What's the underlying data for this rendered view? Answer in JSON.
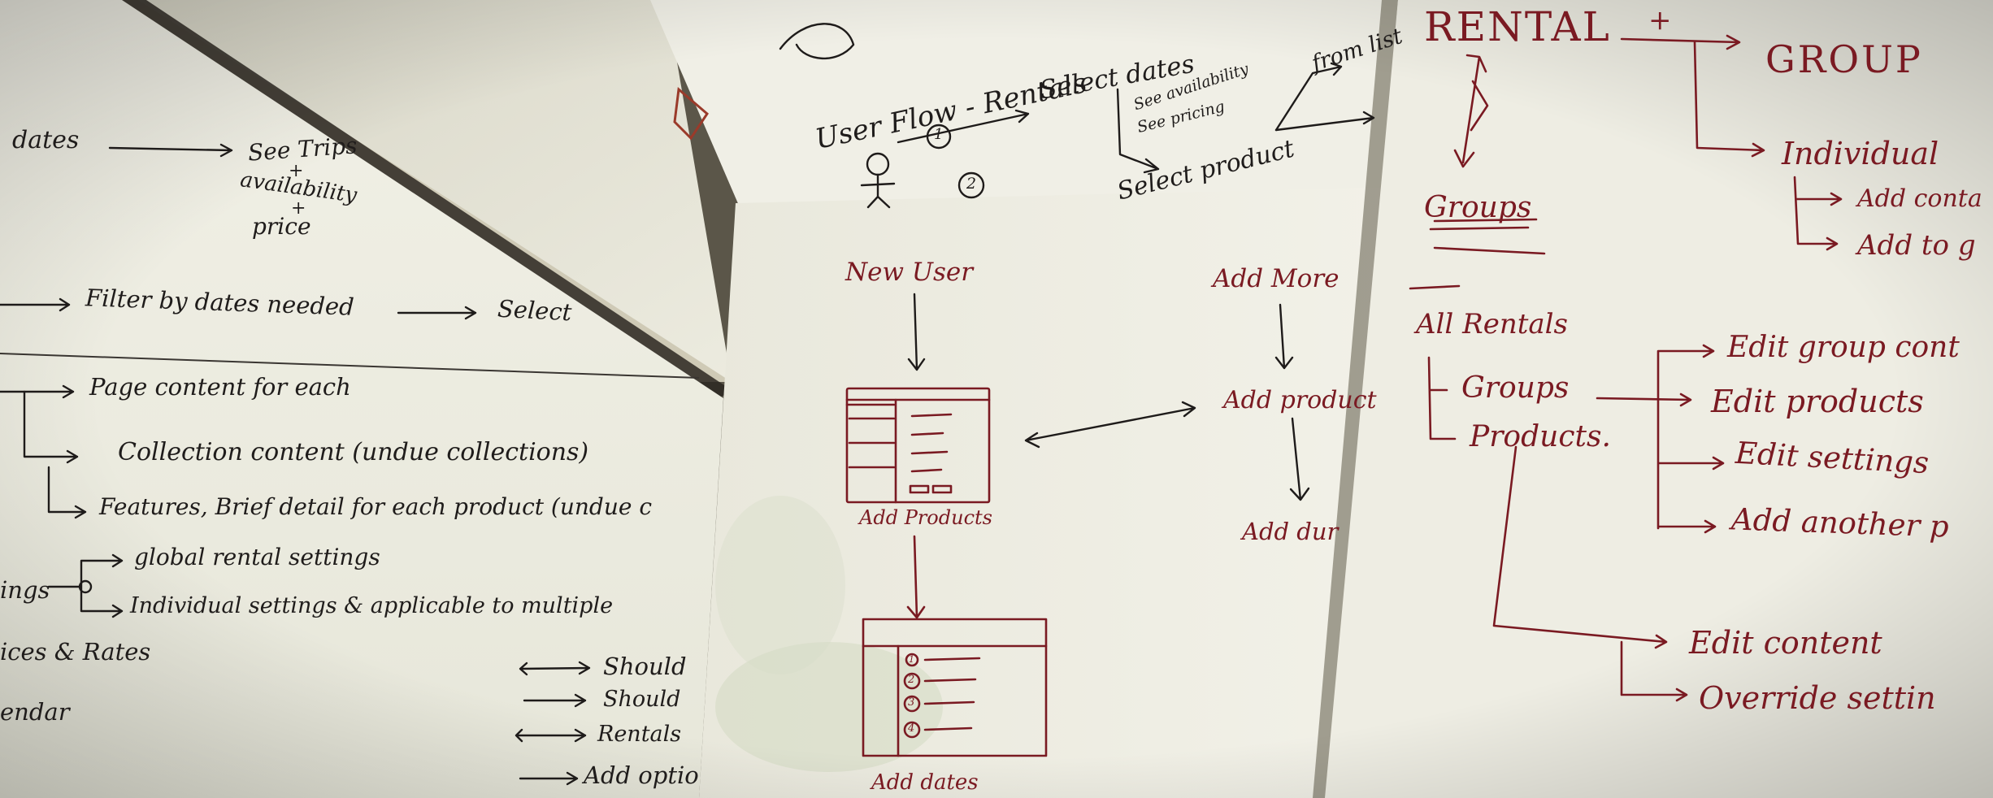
{
  "left_sheet": {
    "dates": "dates",
    "see_trips": "See Trips",
    "plus1": "+",
    "availability": "availability",
    "plus2": "+",
    "price": "price",
    "filter": "Filter by dates needed",
    "select": "Select",
    "page_content": "Page content for each",
    "collection_content": "Collection content (undue collections)",
    "features": "Features, Brief detail for each product (undue c",
    "global_settings": "global rental settings",
    "ings": "ings",
    "individual_settings": "Individual settings & applicable to multiple",
    "prices_rates": "ices & Rates",
    "calendar": "endar",
    "should1": "Should",
    "should2": "Should",
    "rentals": "Rentals",
    "add_options": "Add optio"
  },
  "top_middle_sheet": {
    "user_flow": "User Flow - Rentals",
    "select_dates": "Select dates",
    "see_availability": "See availability",
    "see_pricing": "See pricing",
    "select_product": "Select product",
    "from_list": "from list",
    "step1": "1",
    "step2": "2"
  },
  "middle_sheet": {
    "new_user": "New User",
    "add_products": "Add Products",
    "add_dates": "Add dates",
    "add_more": "Add More",
    "add_product": "Add product",
    "add_dur": "Add dur",
    "list_marks": [
      "1",
      "2",
      "3",
      "4"
    ]
  },
  "right_sheet": {
    "rental": "RENTAL",
    "plus": "+",
    "group": "GROUP",
    "individual": "Individual",
    "add_conta": "Add conta",
    "add_to_g": "Add to g",
    "groups_struck": "Groups",
    "all_rentals": "All Rentals",
    "groups": "Groups",
    "products": "Products.",
    "edit_group_cont": "Edit group cont",
    "edit_products": "Edit products",
    "edit_settings": "Edit settings",
    "add_another": "Add another p",
    "edit_content": "Edit content",
    "override_settings": "Override settin"
  },
  "colors": {
    "black_ink": "#1e1b1a",
    "red_ink": "#7a1a22",
    "paper": "#ecebdd"
  }
}
